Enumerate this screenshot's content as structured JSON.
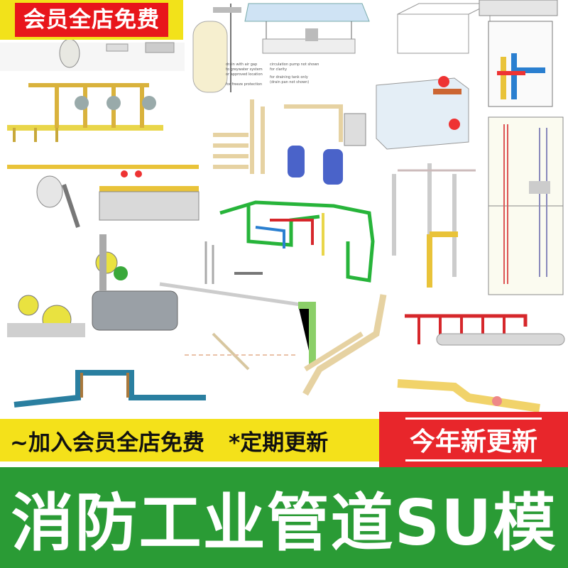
{
  "badge_top": "会员全店免费",
  "join_text": "~加入会员全店免费",
  "update_text": "*定期更新",
  "new_text": "今年新更新",
  "main_title": "消防工业管道SU模",
  "annotations": [
    "drain with air gap",
    "to greywater system",
    "or approved location",
    "circulation pump not shown",
    "for clarity",
    "for draining tank only",
    "(drain pan not shown)",
    "for freeze protection"
  ],
  "colors": {
    "banner_yellow": "#f4e11a",
    "banner_red": "#e8262b",
    "banner_green": "#2a9b35",
    "pipe_yellow": "#e9d64a",
    "pipe_cream": "#e6d2a2",
    "pipe_red": "#d6272b",
    "pipe_green": "#27b43a",
    "pipe_blue": "#2a7fd0"
  }
}
